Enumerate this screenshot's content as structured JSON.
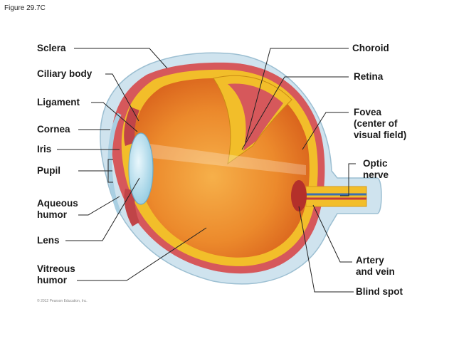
{
  "figure_label": "Figure 29.7C",
  "copyright": "© 2012 Pearson Education, Inc.",
  "labels": {
    "sclera": "Sclera",
    "ciliary_body": "Ciliary body",
    "ligament": "Ligament",
    "cornea": "Cornea",
    "iris": "Iris",
    "pupil": "Pupil",
    "aqueous_humor": [
      "Aqueous",
      "humor"
    ],
    "lens": "Lens",
    "vitreous_humor": [
      "Vitreous",
      "humor"
    ],
    "choroid": "Choroid",
    "retina": "Retina",
    "fovea": [
      "Fovea",
      "(center of",
      "visual field)"
    ],
    "optic_nerve": [
      "Optic",
      "nerve"
    ],
    "artery_vein": [
      "Artery",
      "and vein"
    ],
    "blind_spot": "Blind spot"
  },
  "colors": {
    "sclera_shell": "#c9dfec",
    "choroid": "#d6585b",
    "retina": "#f2be2a",
    "vitreous": "#ec8a2c",
    "lens": "#bfe3f2",
    "leader": "#222222"
  }
}
